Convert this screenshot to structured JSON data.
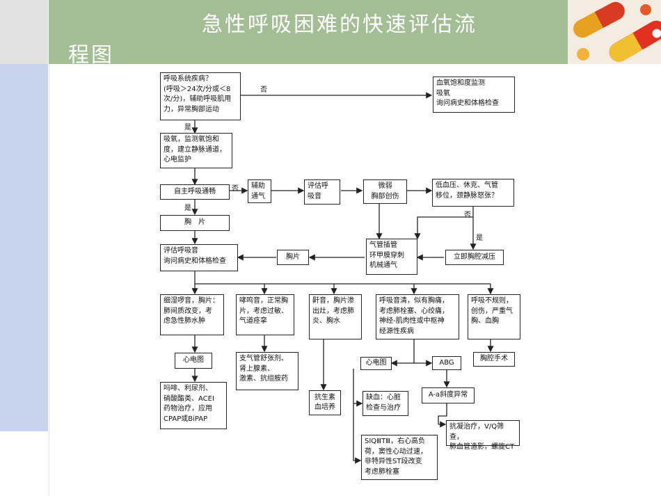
{
  "slide": {
    "title_line1": "急性呼吸困难的快速评估流",
    "title_line2": "程图"
  },
  "colors": {
    "header_green": "#a3bd94",
    "left_strip_blue": "#c7d3ec",
    "line": "#222222"
  },
  "flowchart": {
    "nodes": {
      "start": "呼吸系统疾病？\n(呼吸＞24次/分或＜8\n次/分)，辅助呼吸肌用\n力，异常胸部运动",
      "monitor": "血氧饱和度监测\n吸氧\n询问病史和体格检查",
      "oxygen": "吸氧，监测氧饱和\n度，建立静脉通道，\n心电监护",
      "airway": "自主呼吸通畅",
      "assist": "辅助\n通气",
      "breath_eval": "评估呼\n吸音",
      "weak": "微弱\n胸部创伤",
      "hypotension": "低血压、休克、气管\n移位，颈静脉怒张？",
      "chest_film": "胸　片",
      "intubation": "气管插管\n环甲膜穿刺\n机械通气",
      "decompress": "立即胸腔减压",
      "eval_history": "评估呼吸音\n询问病史和体格检查",
      "chest_film2": "胸片",
      "wet_rales": "细湿啰音，胸片：\n肺间质改变，考\n虑急性肺水肿",
      "wheeze": "哮鸣音，正常胸\n片，考虑过敏、\n气道痉挛",
      "snore": "鼾音，胸片渗\n出灶，考虑肺\n炎、胸水",
      "clear": "呼吸音清，似有胸痛，\n考虑肺栓塞、心绞痛，\n神经-肌肉性或中枢神\n经源性疾病",
      "irregular": "呼吸不规则，\n创伤，严重气\n胸、血胸",
      "ecg1": "心电图",
      "morphine": "吗啡、利尿剂、\n硝酸酯类、ACEI\n药物治疗，应用\nCPAP或BiPAP",
      "broncho": "支气管舒张剂、\n肾上腺素、\n激素、抗组胺药",
      "antibiotic": "抗生素\n血培养",
      "ecg2": "心电图",
      "abg": "ABG",
      "ischemia": "缺血：心脏\n检查与治疗",
      "aa_gradient": "A-a斜度异常",
      "anticoag": "抗凝治疗，V/Q筛查，\n肺血管造影，螺旋CT",
      "s1q3t3": "SⅠQⅢTⅢ，右心高负\n荷，窦性心动过速，\n非特异性ST段改变\n考虑肺栓塞",
      "thoracic_surgery": "胸腔手术"
    },
    "labels": {
      "no_top": "否",
      "yes_1": "是",
      "no_airway": "否",
      "yes_airway": "是",
      "no_hypo": "否",
      "yes_hypo": "是"
    }
  }
}
